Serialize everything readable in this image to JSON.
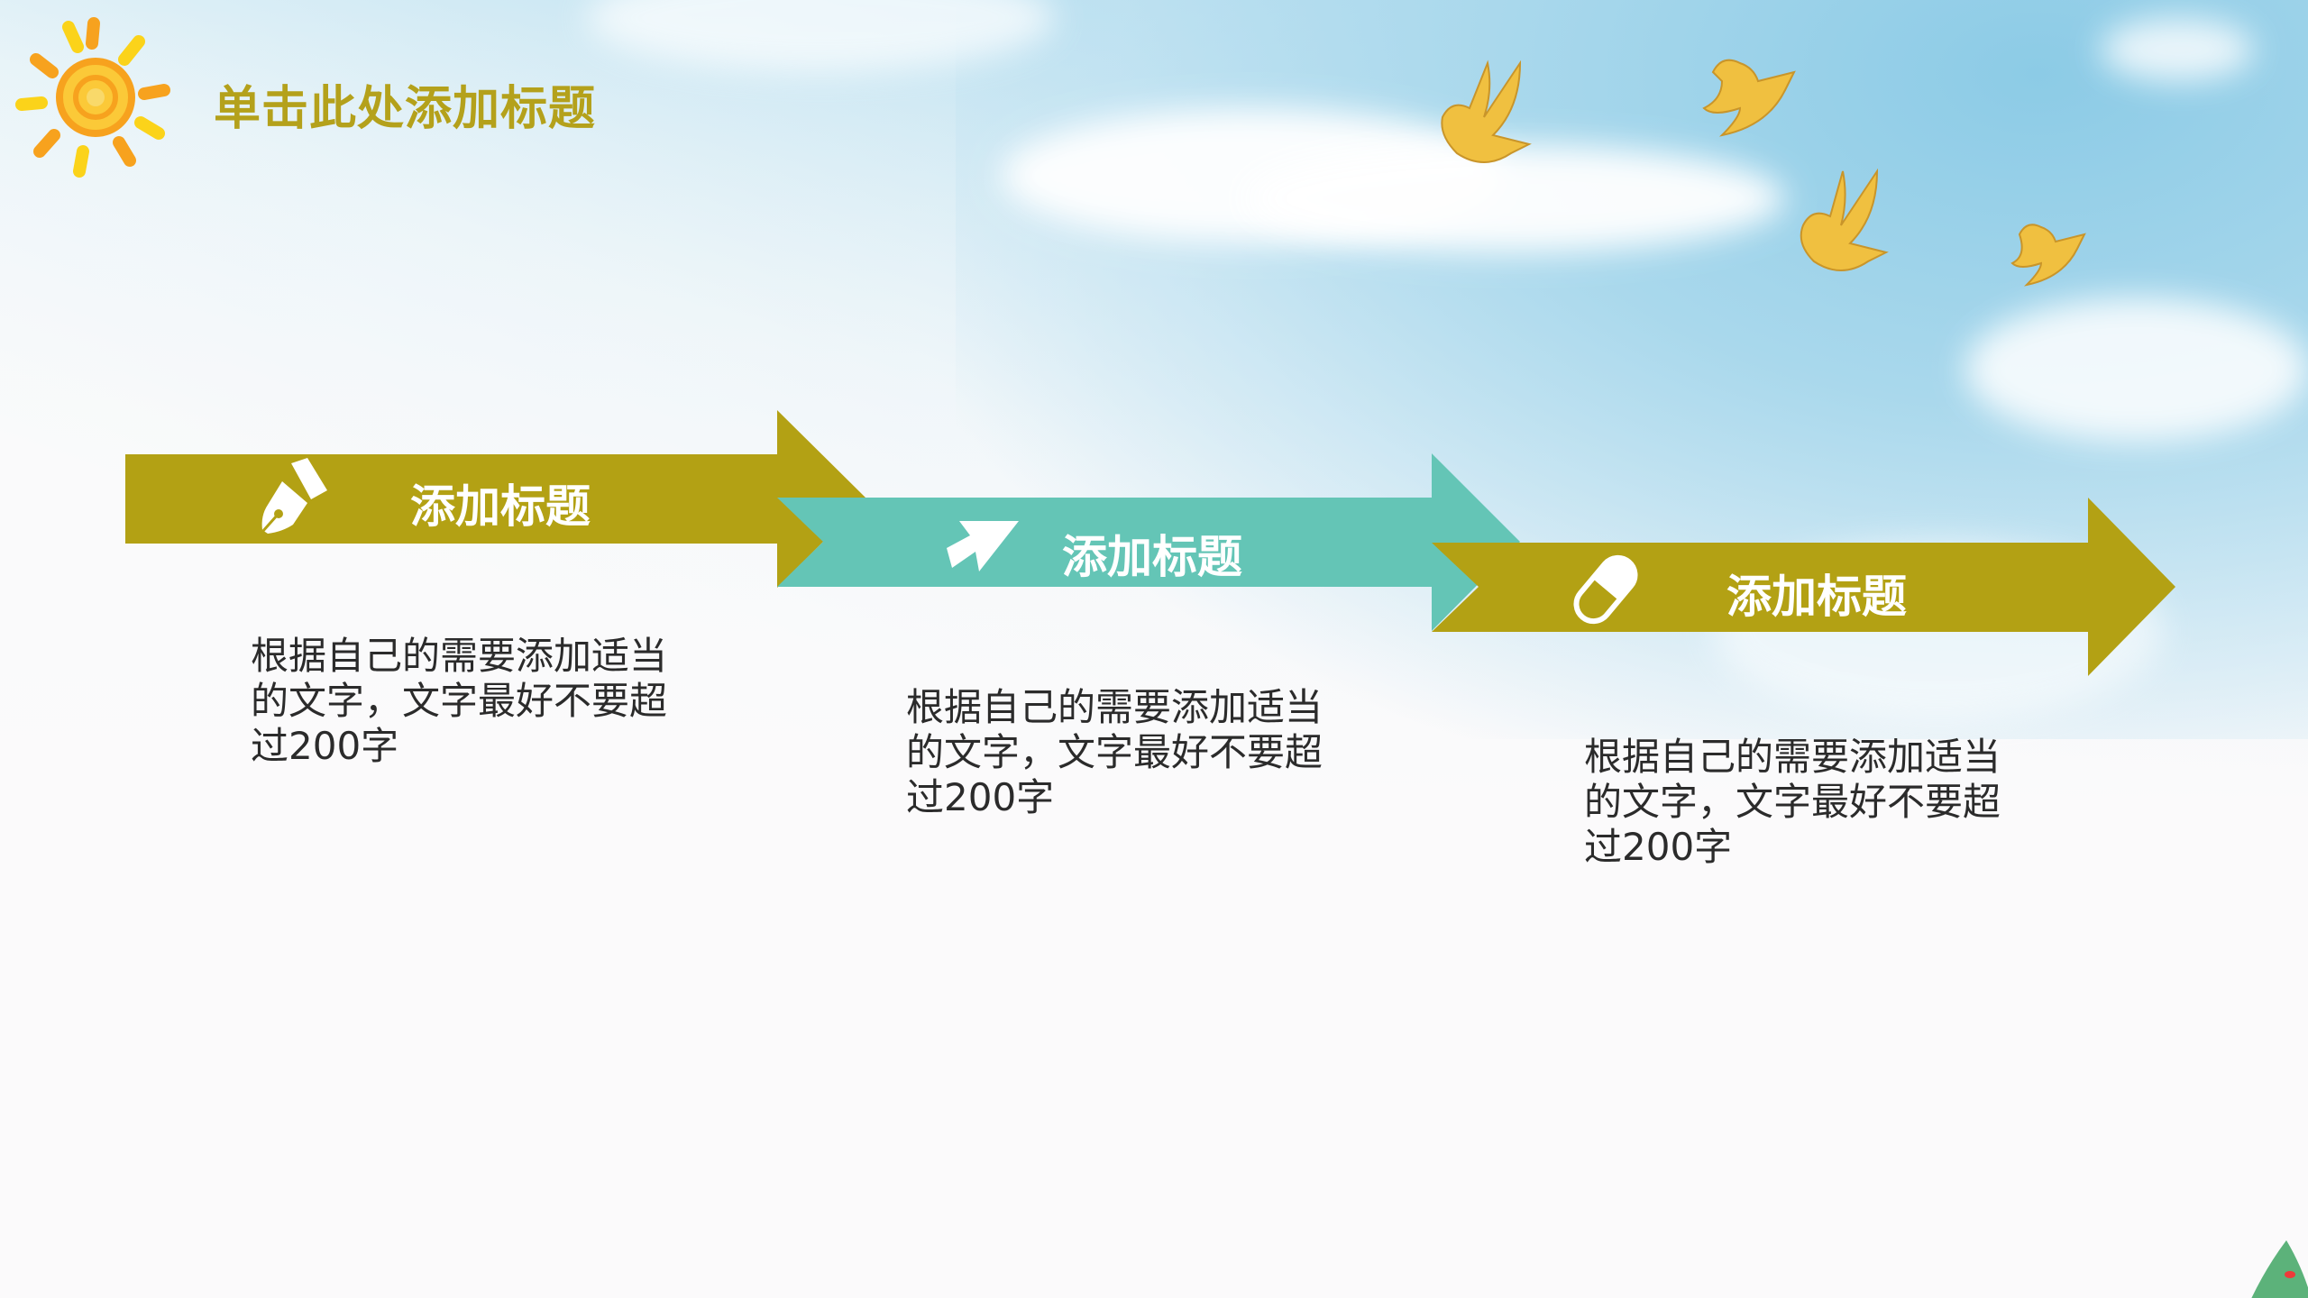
{
  "slide": {
    "title": "单击此处添加标题",
    "colors": {
      "olive": "#b3a114",
      "teal": "#64c5b6",
      "title": "#b4a11b",
      "body_text": "#2b2b2b",
      "sun_orange": "#f7a21e",
      "sun_yellow": "#fbd31a",
      "bird": "#f0c040"
    },
    "steps": [
      {
        "icon": "pen-nib-icon",
        "heading": "添加标题",
        "body_line1": "根据自己的需要添加适当",
        "body_line2": "的文字，文字最好不要超",
        "body_line3": "过200字"
      },
      {
        "icon": "cursor-arrow-icon",
        "heading": "添加标题",
        "body_line1": "根据自己的需要添加适当",
        "body_line2": "的文字，文字最好不要超",
        "body_line3": "过200字"
      },
      {
        "icon": "capsule-icon",
        "heading": "添加标题",
        "body_line1": "根据自己的需要添加适当",
        "body_line2": "的文字，文字最好不要超",
        "body_line3": "过200字"
      }
    ]
  }
}
